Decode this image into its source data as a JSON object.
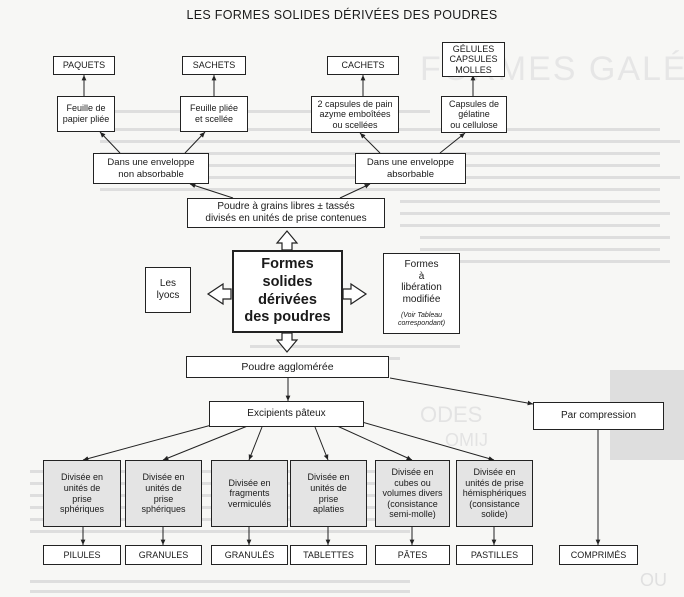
{
  "title": "LES FORMES SOLIDES DÉRIVÉES DES POUDRES",
  "center": {
    "label": "Formes\nsolides\ndérivées\ndes poudres"
  },
  "left": {
    "label": "Les\nlyocs"
  },
  "right": {
    "label": "Formes\nà\nlibération\nmodifiée",
    "note": "(Voir Tableau\ncorrespondant)"
  },
  "top": {
    "poudre_libre": "Poudre à grains libres ± tassés\ndivisés en unités de prise contenues",
    "env_non_abs": "Dans une enveloppe\nnon absorbable",
    "env_abs": "Dans une enveloppe\nabsorbable",
    "containers": [
      "Feuille de\npapier pliée",
      "Feuille pliée\net scellée",
      "2 capsules de pain\nazyme emboîtées\nou scellées",
      "Capsules de\ngélatine\nou cellulose"
    ],
    "forms": [
      "PAQUETS",
      "SACHETS",
      "CACHETS",
      "GÉLULES\nCAPSULES\nMOLLES"
    ]
  },
  "bottom": {
    "poudre_agglo": "Poudre agglomérée",
    "excipients": "Excipients pâteux",
    "compression": "Par compression",
    "divisions": [
      "Divisée en\nunités de\nprise\nsphériques",
      "Divisée en\nunités de\nprise\nsphériques",
      "Divisée en\nfragments\nvermiculés",
      "Divisée en\nunités de\nprise\naplaties",
      "Divisée en\ncubes ou\nvolumes divers\n(consistance\nsemi-molle)",
      "Divisée en\nunités de prise\nhémisphériques\n(consistance\nsolide)"
    ],
    "products": [
      "PILULES",
      "GRANULES",
      "GRANULÉS",
      "TABLETTES",
      "PÂTES",
      "PASTILLES",
      "COMPRIMÉS"
    ]
  }
}
